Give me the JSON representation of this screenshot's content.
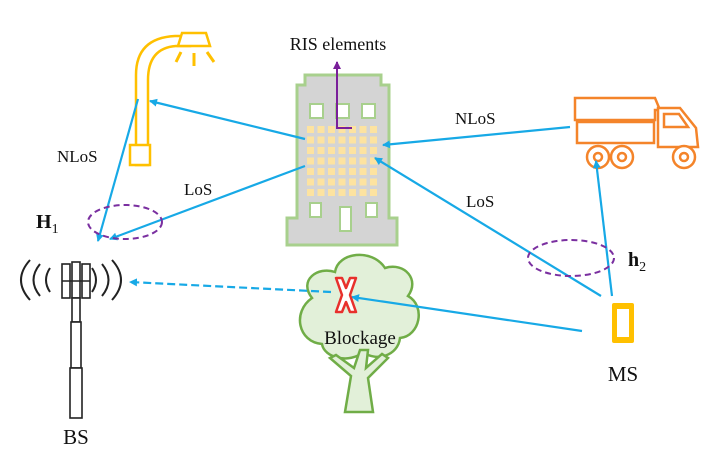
{
  "labels": {
    "ris": "RIS elements",
    "nlos_left": "NLoS",
    "nlos_right": "NLoS",
    "los_left": "LoS",
    "los_right": "LoS",
    "h1": "H",
    "h1_sub": "1",
    "h2": "h",
    "h2_sub": "2",
    "blockage": "Blockage",
    "ms": "MS",
    "bs": "BS"
  },
  "colors": {
    "link": "#17a9e6",
    "channel_ellipse": "#7a2fa0",
    "ris_arrow": "#7a1f9a",
    "building_fill": "#d4d4d4",
    "building_outline": "#a8d08d",
    "ris_element": "#fde3a0",
    "tree_fill": "#e2f0d9",
    "tree_outline": "#70ad47",
    "blockage_mark": "#e8302c",
    "truck": "#f4842a",
    "streetlight": "#ffc000",
    "ms_device": "#ffc000"
  },
  "icons": [
    "streetlight-icon",
    "building-icon",
    "truck-icon",
    "tree-icon",
    "base-station-icon",
    "mobile-station-icon",
    "blockage-x-icon"
  ]
}
